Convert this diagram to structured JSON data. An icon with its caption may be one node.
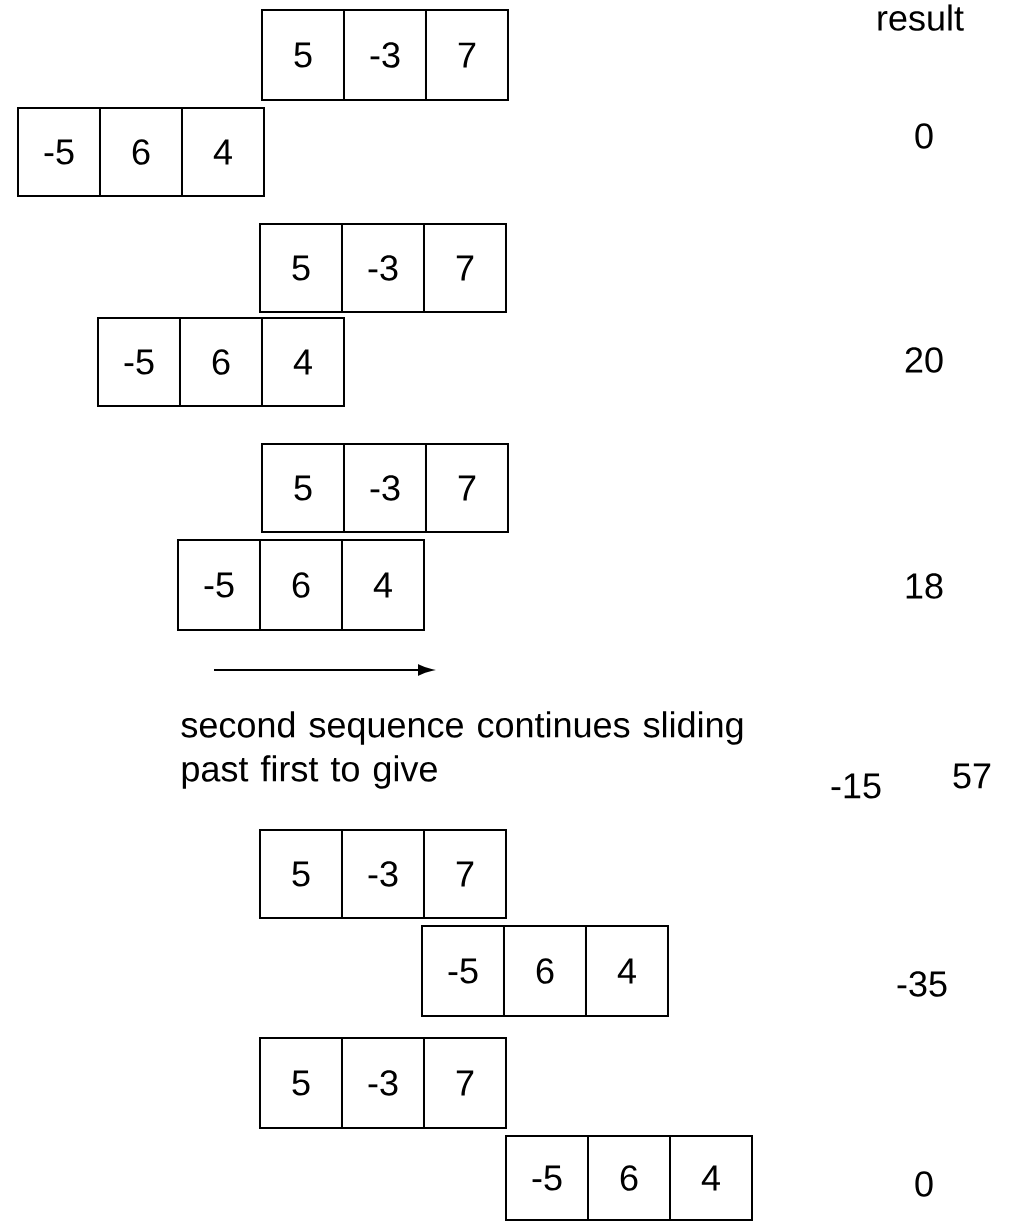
{
  "diagram": {
    "nodes": [
      {
        "text": [
          "5"
        ]
      },
      {
        "text": [
          "-3"
        ]
      },
      {
        "text": [
          "7"
        ]
      },
      {
        "text": [
          "-5"
        ]
      },
      {
        "text": [
          "6"
        ]
      },
      {
        "text": [
          "4"
        ]
      },
      {
        "text": [
          "5"
        ]
      },
      {
        "text": [
          "-3"
        ]
      },
      {
        "text": [
          "7"
        ]
      },
      {
        "text": [
          "-5"
        ]
      },
      {
        "text": [
          "6"
        ]
      },
      {
        "text": [
          "4"
        ]
      },
      {
        "text": [
          "5"
        ]
      },
      {
        "text": [
          "-3"
        ]
      },
      {
        "text": [
          "7"
        ]
      },
      {
        "text": [
          "-5"
        ]
      },
      {
        "text": [
          "6"
        ]
      },
      {
        "text": [
          "4"
        ]
      },
      {
        "text": [
          "5"
        ]
      },
      {
        "text": [
          "-3"
        ]
      },
      {
        "text": [
          "7"
        ]
      },
      {
        "text": [
          "-5"
        ]
      },
      {
        "text": [
          "6"
        ]
      },
      {
        "text": [
          "4"
        ]
      },
      {
        "text": [
          "5"
        ]
      },
      {
        "text": [
          "-3"
        ]
      },
      {
        "text": [
          "7"
        ]
      },
      {
        "text": [
          "-5"
        ]
      },
      {
        "text": [
          "6"
        ]
      },
      {
        "text": [
          "4"
        ]
      }
    ],
    "labels": [
      "result",
      "0",
      "20",
      "18",
      "second sequence continues sliding past first to give",
      "-15",
      "57",
      "-35",
      "0"
    ]
  }
}
